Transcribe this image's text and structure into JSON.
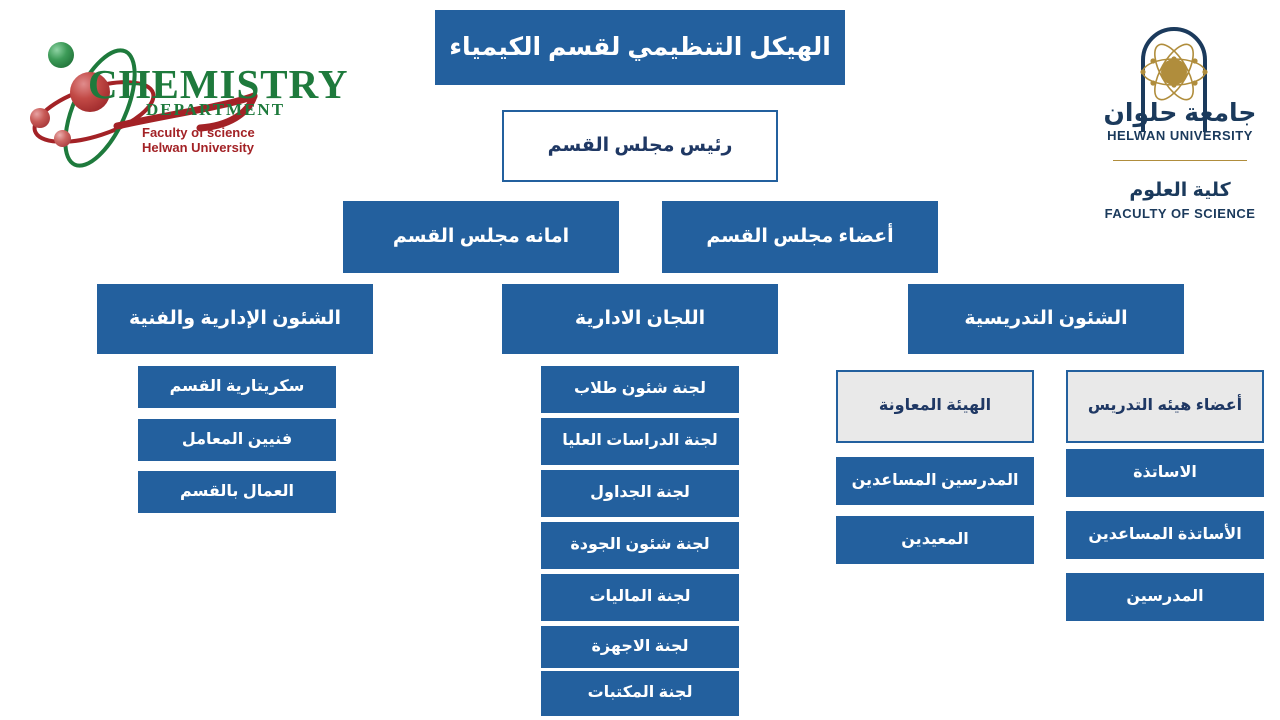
{
  "page": {
    "title": "الهيكل التنظيمي لقسم الكيمياء",
    "accent_blue": "#23609E",
    "ghost_fill": "#E9E9E9",
    "text_navy": "#1F3864",
    "background": "#FFFFFF"
  },
  "logos": {
    "chemistry": {
      "word": "CHEMISTRY",
      "department": "DEPARTMENT",
      "faculty_line1": "Faculty of science",
      "faculty_line2": "Helwan University",
      "green": "#1E7A3C",
      "red": "#A32226"
    },
    "helwan": {
      "arabic_name": "جامعة حلوان",
      "english_name": "HELWAN UNIVERSITY",
      "faculty_arabic": "كلية العلوم",
      "faculty_english": "FACULTY OF SCIENCE",
      "navy": "#1B3A5C",
      "gold": "#B08D3C"
    }
  },
  "chart": {
    "head": "رئيس مجلس القسم",
    "level2": [
      {
        "label": "أعضاء مجلس القسم"
      },
      {
        "label": "امانه مجلس القسم"
      }
    ],
    "columns": [
      {
        "heading": "الشئون التدريسية",
        "groups": [
          {
            "title": "أعضاء هيئه التدريس",
            "items": [
              "الاساتذة",
              "الأساتذة المساعدين",
              "المدرسين"
            ]
          },
          {
            "title": "الهيئة المعاونة",
            "items": [
              "المدرسين المساعدين",
              "المعيدين"
            ]
          }
        ]
      },
      {
        "heading": "اللجان الادارية",
        "items": [
          "لجنة شئون طلاب",
          "لجنة الدراسات العليا",
          "لجنة الجداول",
          "لجنة شئون الجودة",
          "لجنة الماليات",
          "لجنة الاجهزة",
          "لجنة المكتبات"
        ]
      },
      {
        "heading": "الشئون الإدارية والفنية",
        "items": [
          "سكريتارية القسم",
          "فنيين المعامل",
          "العمال بالقسم"
        ]
      }
    ]
  }
}
